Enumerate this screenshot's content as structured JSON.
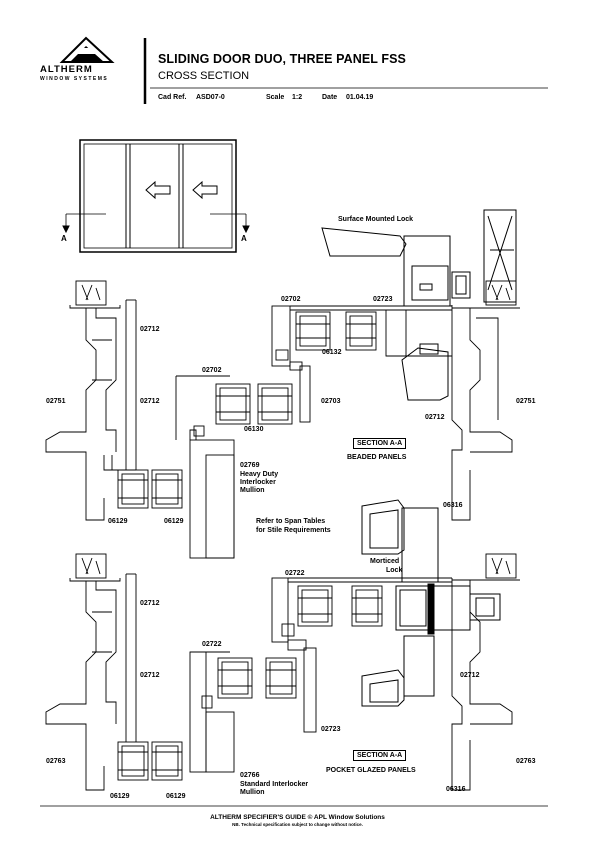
{
  "logo": {
    "name": "ALTHERM",
    "tagline": "WINDOW SYSTEMS"
  },
  "header": {
    "title": "SLIDING DOOR DUO, THREE PANEL FSS",
    "subtitle": "CROSS SECTION",
    "cad_ref_label": "Cad Ref.",
    "cad_ref": "ASD07-0",
    "scale_label": "Scale",
    "scale": "1:2",
    "date_label": "Date",
    "date": "01.04.19"
  },
  "elevation": {
    "marker_left": "A",
    "marker_right": "A"
  },
  "upper": {
    "surface_lock": "Surface Mounted Lock",
    "c02702": "02702",
    "c02723": "02723",
    "c02712_a": "02712",
    "c02712_b": "02712",
    "c02751_left": "02751",
    "c02702_b": "02702",
    "c06132": "06132",
    "c06130": "06130",
    "c02703": "02703",
    "c02712_c": "02712",
    "c02751_right": "02751",
    "section": "SECTION A-A",
    "section_desc": "BEADED PANELS",
    "c02769": "02769",
    "c02769_desc1": "Heavy Duty",
    "c02769_desc2": "Interlocker",
    "c02769_desc3": "Mullion",
    "c06129_a": "06129",
    "c06129_b": "06129"
  },
  "middle": {
    "span_note1": "Refer to Span Tables",
    "span_note2": "for Stile Requirements",
    "c06316_top": "06316",
    "mortice_lock1": "Morticed",
    "mortice_lock2": "Lock"
  },
  "lower": {
    "c02722_a": "02722",
    "c02712_a": "02712",
    "c02722_b": "02722",
    "c02712_b": "02712",
    "c02712_c": "02712",
    "c02763_left": "02763",
    "c02723": "02723",
    "c02763_right": "02763",
    "section": "SECTION A-A",
    "section_desc": "POCKET GLAZED PANELS",
    "c02766": "02766",
    "c02766_desc1": "Standard Interlocker",
    "c02766_desc2": "Mullion",
    "c06129_a": "06129",
    "c06129_b": "06129",
    "c06316_bottom": "06316"
  },
  "footer": {
    "line1": "ALTHERM SPECIFIER'S GUIDE © APL Window Solutions",
    "line2": "NB. Technical specification subject to change without notice."
  }
}
